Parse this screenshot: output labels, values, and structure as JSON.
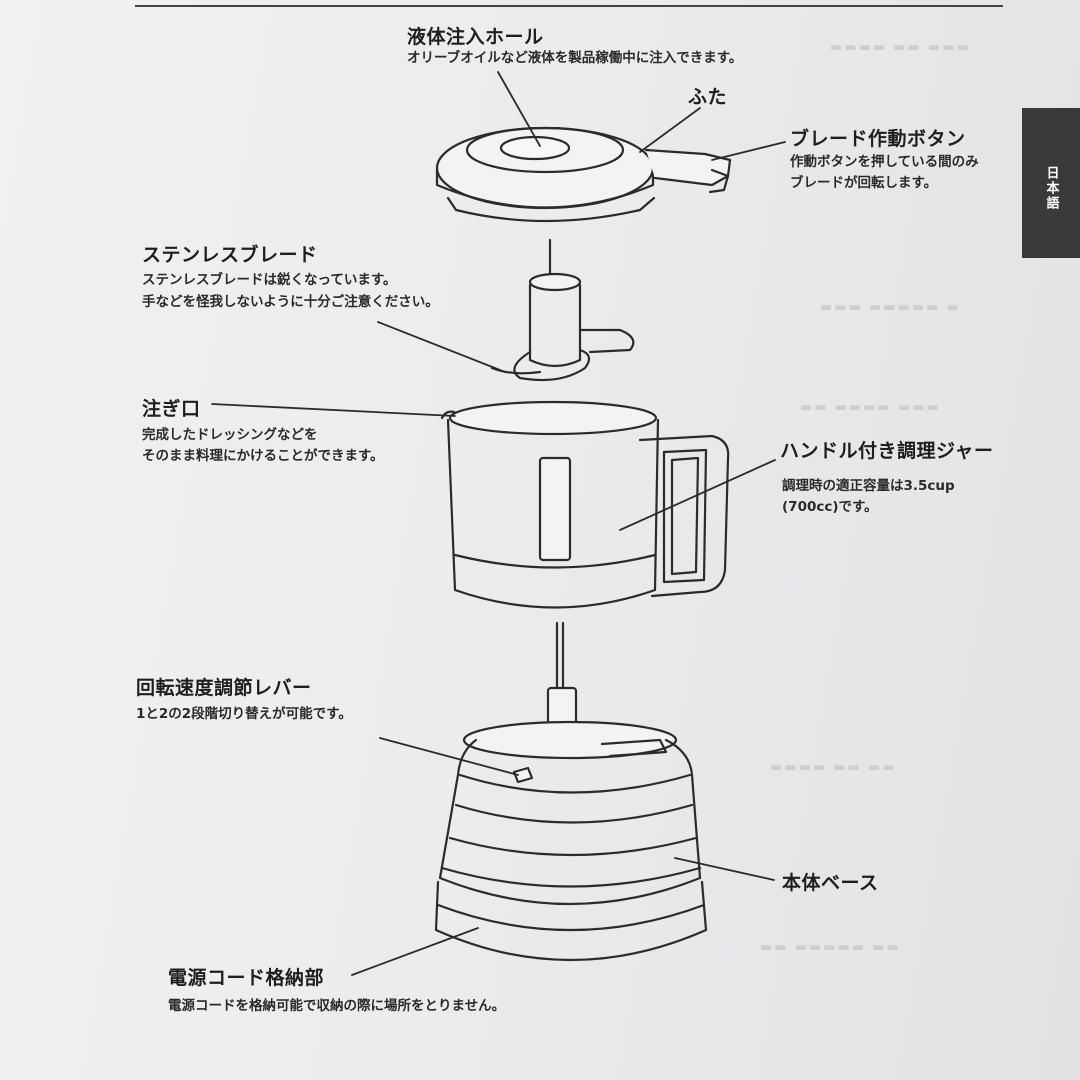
{
  "tab": {
    "label": "日本語"
  },
  "parts": {
    "fill_hole": {
      "title": "液体注入ホール",
      "desc": "オリーブオイルなど液体を製品稼働中に注入できます。"
    },
    "lid": {
      "title": "ふた"
    },
    "blade_button": {
      "title": "ブレード作動ボタン",
      "desc_1": "作動ボタンを押している間のみ",
      "desc_2": "ブレードが回転します。"
    },
    "stainless_blade": {
      "title": "ステンレスブレード",
      "desc_1": "ステンレスブレードは鋭くなっています。",
      "desc_2": "手などを怪我しないように十分ご注意ください。"
    },
    "spout": {
      "title": "注ぎ口",
      "desc_1": "完成したドレッシングなどを",
      "desc_2": "そのまま料理にかけることができます。"
    },
    "jar": {
      "title": "ハンドル付き調理ジャー",
      "desc_1": "調理時の適正容量は3.5cup",
      "desc_2": "(700cc)です。"
    },
    "speed_lever": {
      "title": "回転速度調節レバー",
      "desc": "1と2の2段階切り替えが可能です。"
    },
    "base": {
      "title": "本体ベース"
    },
    "cord_storage": {
      "title": "電源コード格納部",
      "desc": "電源コードを格納可能で収納の際に場所をとりません。"
    }
  }
}
